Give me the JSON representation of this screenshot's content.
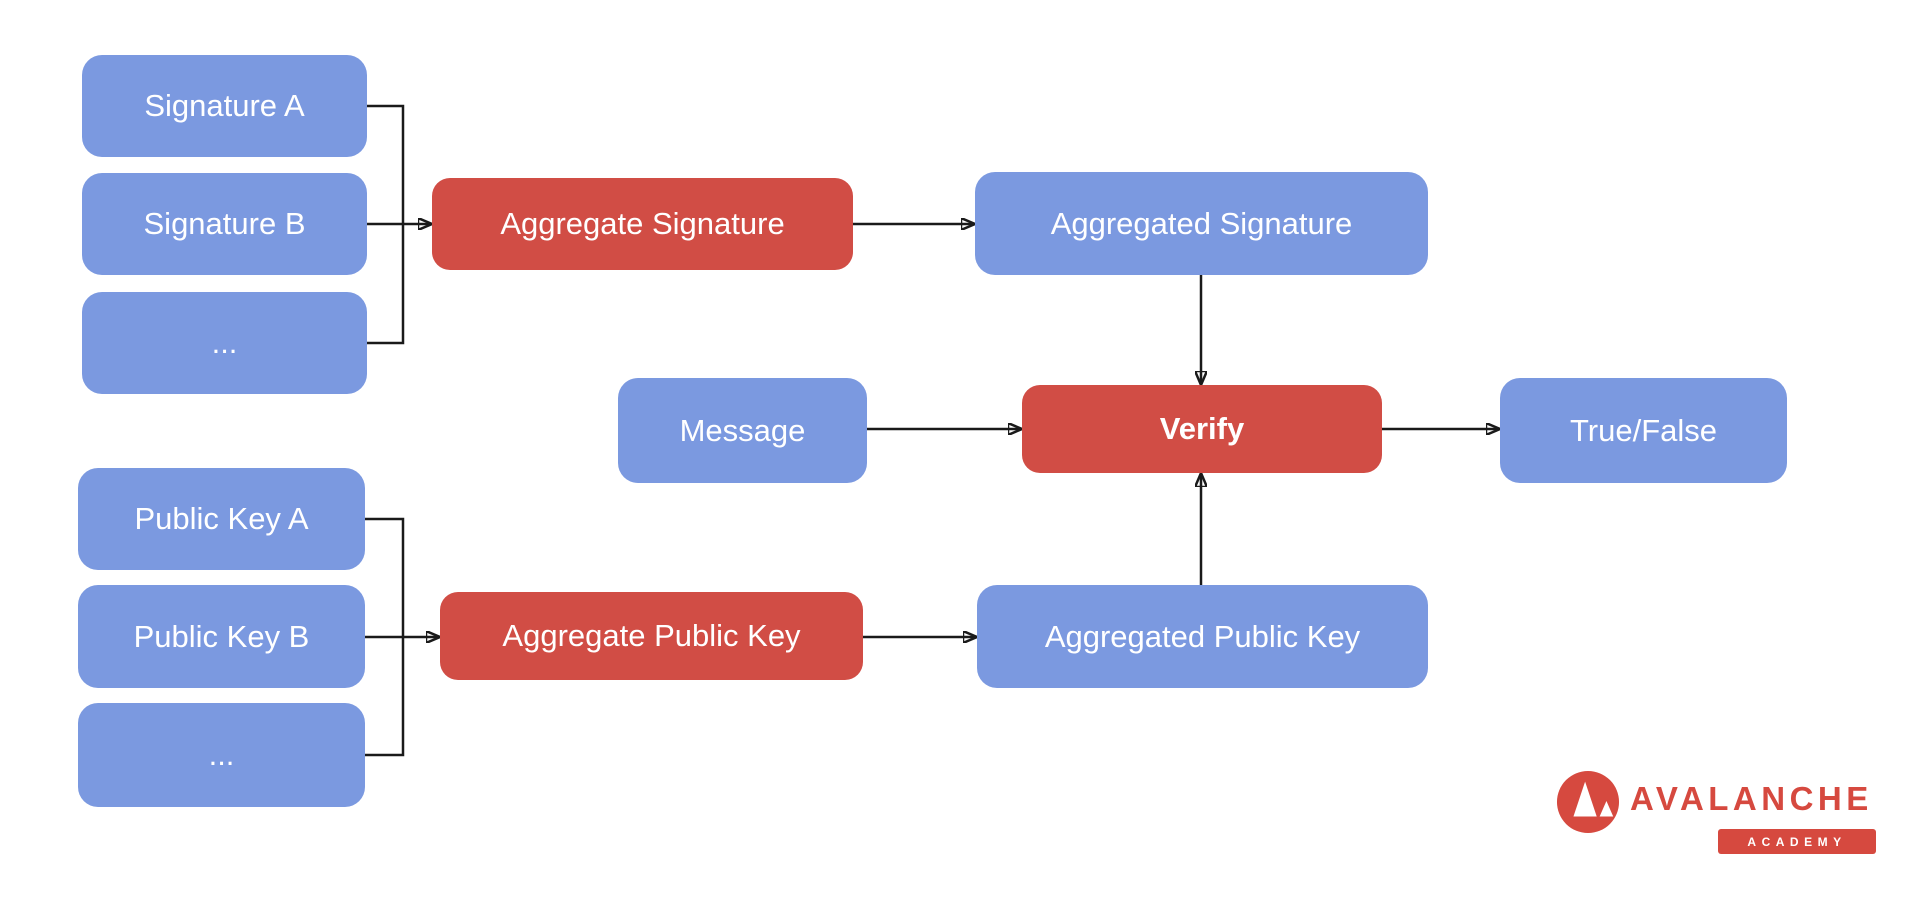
{
  "nodes": {
    "signature_a": "Signature A",
    "signature_b": "Signature B",
    "signatures_more": "...",
    "aggregate_signature": "Aggregate Signature",
    "aggregated_signature": "Aggregated Signature",
    "message": "Message",
    "verify": "Verify",
    "true_false": "True/False",
    "public_key_a": "Public Key A",
    "public_key_b": "Public Key B",
    "public_keys_more": "...",
    "aggregate_public_key": "Aggregate Public Key",
    "aggregated_public_key": "Aggregated Public Key"
  },
  "edges": [
    {
      "from": "signature_a",
      "to": "aggregate_signature"
    },
    {
      "from": "signature_b",
      "to": "aggregate_signature"
    },
    {
      "from": "signatures_more",
      "to": "aggregate_signature"
    },
    {
      "from": "aggregate_signature",
      "to": "aggregated_signature"
    },
    {
      "from": "aggregated_signature",
      "to": "verify"
    },
    {
      "from": "message",
      "to": "verify"
    },
    {
      "from": "public_key_a",
      "to": "aggregate_public_key"
    },
    {
      "from": "public_key_b",
      "to": "aggregate_public_key"
    },
    {
      "from": "public_keys_more",
      "to": "aggregate_public_key"
    },
    {
      "from": "aggregate_public_key",
      "to": "aggregated_public_key"
    },
    {
      "from": "aggregated_public_key",
      "to": "verify"
    },
    {
      "from": "verify",
      "to": "true_false"
    }
  ],
  "logo": {
    "brand": "AVALANCHE",
    "badge": "ACADEMY"
  },
  "colors": {
    "node_blue": "#7b99e0",
    "node_red": "#d14d45",
    "arrow": "#1a1a1a",
    "logo_red": "#d6493f"
  }
}
